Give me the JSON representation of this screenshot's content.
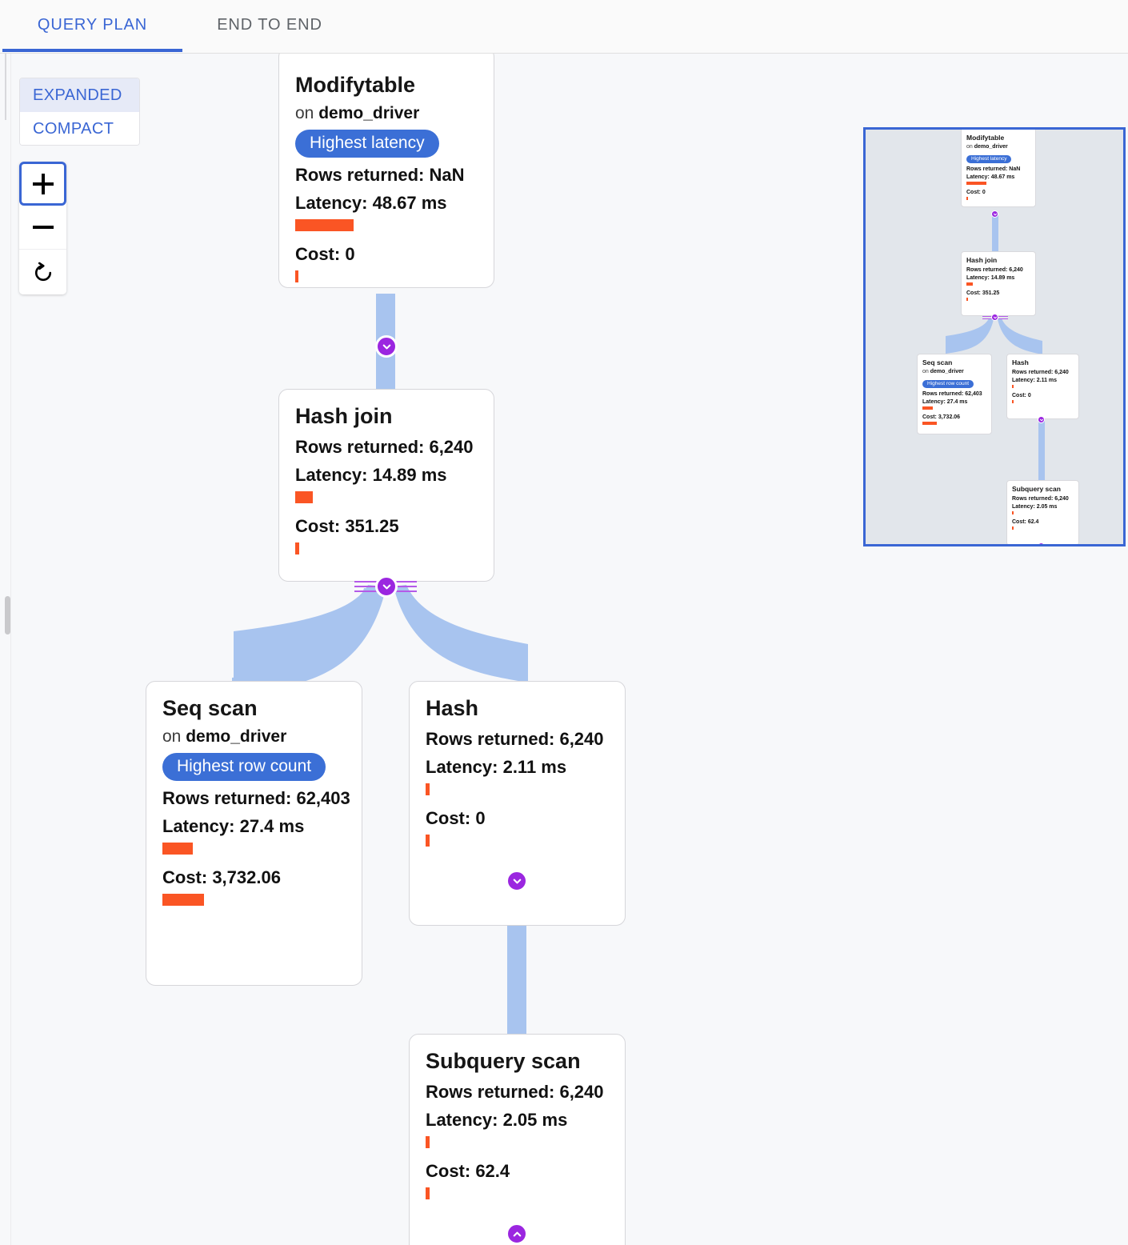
{
  "tabs": [
    {
      "id": "query-plan",
      "label": "QUERY PLAN",
      "active": true
    },
    {
      "id": "end-to-end",
      "label": "END TO END",
      "active": false
    }
  ],
  "controls": {
    "mode": {
      "expanded_label": "EXPANDED",
      "compact_label": "COMPACT",
      "selected": "EXPANDED"
    },
    "zoom": {
      "zoom_in_icon": "plus-icon",
      "zoom_out_icon": "minus-icon",
      "reset_icon": "reset-rotate-icon"
    }
  },
  "labels": {
    "on_prefix": "on ",
    "rows_prefix": "Rows returned: ",
    "latency_prefix": "Latency: ",
    "cost_prefix": "Cost: "
  },
  "colors": {
    "accent_blue": "#3a66d4",
    "badge_blue": "#3b6fd6",
    "bar_orange": "#fa5524",
    "handle_purple": "#9b26e0",
    "edge_blue": "#a8c4ef",
    "canvas_bg": "#f7f8fa",
    "minimap_bg": "#e2e6eb"
  },
  "nodes": [
    {
      "id": "modifytable",
      "title": "Modifytable",
      "relation": "demo_driver",
      "badge": "Highest latency",
      "rows_returned": "Rows returned: NaN",
      "latency": "Latency: 48.67 ms",
      "latency_bar_pct": 100,
      "cost": "Cost: 0",
      "cost_bar_pct": 2
    },
    {
      "id": "hash-join",
      "title": "Hash join",
      "relation": null,
      "badge": null,
      "rows_returned": "Rows returned: 6,240",
      "latency": "Latency: 14.89 ms",
      "latency_bar_pct": 31,
      "cost": "Cost: 351.25",
      "cost_bar_pct": 3
    },
    {
      "id": "seq-scan",
      "title": "Seq scan",
      "relation": "demo_driver",
      "badge": "Highest row count",
      "rows_returned": "Rows returned: 62,403",
      "latency": "Latency: 27.4 ms",
      "latency_bar_pct": 56,
      "cost": "Cost: 3,732.06",
      "cost_bar_pct": 100
    },
    {
      "id": "hash",
      "title": "Hash",
      "relation": null,
      "badge": null,
      "rows_returned": "Rows returned: 6,240",
      "latency": "Latency: 2.11 ms",
      "latency_bar_pct": 4,
      "cost": "Cost: 0",
      "cost_bar_pct": 2
    },
    {
      "id": "subquery-scan",
      "title": "Subquery scan",
      "relation": null,
      "badge": null,
      "rows_returned": "Rows returned: 6,240",
      "latency": "Latency: 2.05 ms",
      "latency_bar_pct": 4,
      "cost": "Cost: 62.4",
      "cost_bar_pct": 2
    }
  ],
  "minimap": {
    "present": true,
    "viewport_highlighted": true
  }
}
